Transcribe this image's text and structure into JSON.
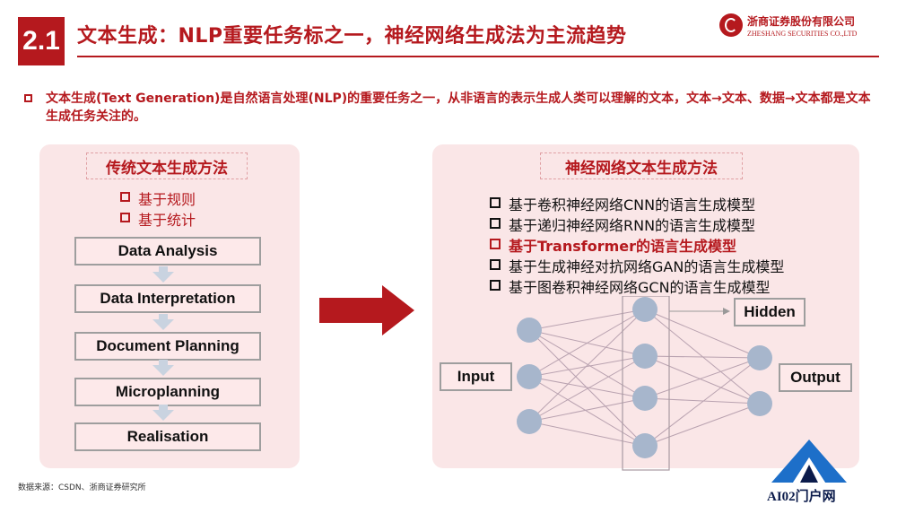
{
  "header": {
    "section_number": "2.1",
    "title": "文本生成：NLP重要任务标之一，神经网络生成法为主流趋势",
    "logo_cn": "浙商证券股份有限公司",
    "logo_en": "ZHESHANG SECURITIES CO.,LTD",
    "brand_color": "#b5191e"
  },
  "intro": {
    "text": "文本生成(Text Generation)是自然语言处理(NLP)的重要任务之一，从非语言的表示生成人类可以理解的文本，文本→文本、数据→文本都是文本生成任务关注的。"
  },
  "left_panel": {
    "title": "传统文本生成方法",
    "items": [
      "基于规则",
      "基于统计"
    ],
    "stages": [
      "Data Analysis",
      "Data Interpretation",
      "Document Planning",
      "Microplanning",
      "Realisation"
    ]
  },
  "right_panel": {
    "title": "神经网络文本生成方法",
    "items": [
      {
        "text": "基于卷积神经网络CNN的语言生成模型",
        "highlight": false
      },
      {
        "text": "基于递归神经网络RNN的语言生成模型",
        "highlight": false
      },
      {
        "text": "基于Transformer的语言生成模型",
        "highlight": true
      },
      {
        "text": "基于生成神经对抗网络GAN的语言生成模型",
        "highlight": false
      },
      {
        "text": "基于图卷积神经网络GCN的语言生成模型",
        "highlight": false
      }
    ],
    "diagram": {
      "input_label": "Input",
      "hidden_label": "Hidden",
      "output_label": "Output"
    }
  },
  "source": "数据来源：CSDN、浙商证券研究所",
  "watermark": "AI02门户网"
}
